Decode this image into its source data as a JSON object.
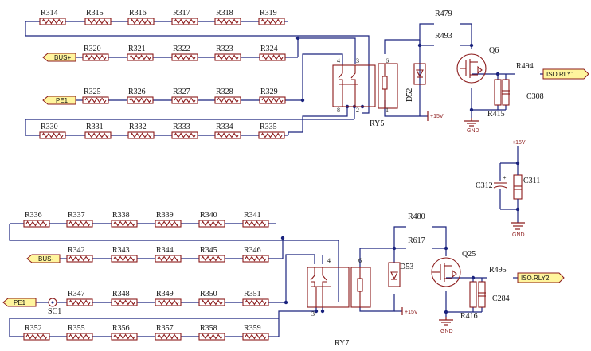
{
  "nets": {
    "bus_plus": "BUS+",
    "bus_minus": "BUS-",
    "pe1_a": "PE1",
    "pe1_b": "PE1",
    "iso_rly1": "ISO.RLY1",
    "iso_rly2": "ISO.RLY2",
    "plus15": "+15V",
    "gnd": "GND"
  },
  "top_rows": [
    [
      "R314",
      "R315",
      "R316",
      "R317",
      "R318",
      "R319"
    ],
    [
      "R320",
      "R321",
      "R322",
      "R323",
      "R324"
    ],
    [
      "R325",
      "R326",
      "R327",
      "R328",
      "R329"
    ],
    [
      "R330",
      "R331",
      "R332",
      "R333",
      "R334",
      "R335"
    ]
  ],
  "bottom_rows": [
    [
      "R336",
      "R337",
      "R338",
      "R339",
      "R340",
      "R341"
    ],
    [
      "R342",
      "R343",
      "R344",
      "R345",
      "R346"
    ],
    [
      "R347",
      "R348",
      "R349",
      "R350",
      "R351"
    ],
    [
      "R352",
      "R355",
      "R356",
      "R357",
      "R358",
      "R359"
    ]
  ],
  "parts": {
    "ry5": "RY5",
    "ry7": "RY7",
    "d52": "D52",
    "d53": "D53",
    "q6": "Q6",
    "q25": "Q25",
    "r479": "R479",
    "r493": "R493",
    "r494": "R494",
    "r415": "R415",
    "c308": "C308",
    "r480": "R480",
    "r617": "R617",
    "r495": "R495",
    "r416": "R416",
    "c284": "C284",
    "c311": "C311",
    "c312": "C312",
    "sc1": "SC1"
  },
  "pins": {
    "p1": "1",
    "p2": "2",
    "p3": "3",
    "p4": "4",
    "p6": "6",
    "p8": "8"
  }
}
